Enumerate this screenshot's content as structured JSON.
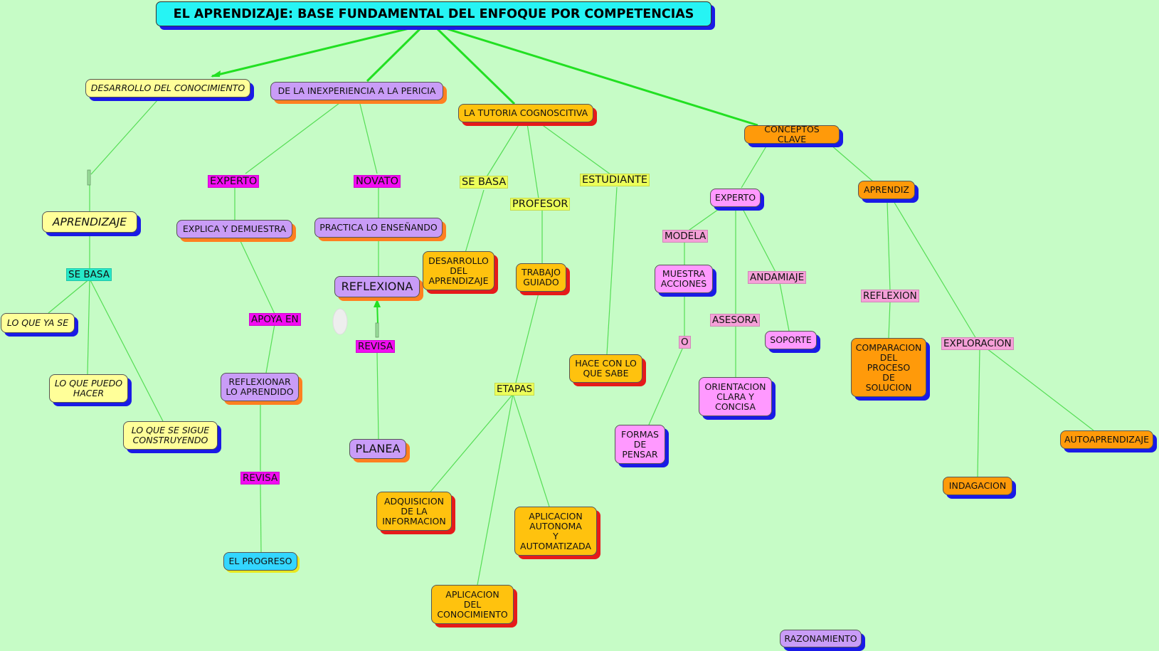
{
  "title": "EL APRENDIZAJE: BASE FUNDAMENTAL DEL ENFOQUE POR COMPETENCIAS",
  "nodes": {
    "desarrollo_conocimiento": "DESARROLLO DEL CONOCIMIENTO",
    "inexperiencia": "DE LA INEXPERIENCIA A LA PERICIA",
    "tutoria": "LA TUTORIA COGNOSCITIVA",
    "conceptos_clave": "CONCEPTOS CLAVE",
    "aprendizaje": "APRENDIZAJE",
    "lo_que_ya_se": "LO QUE YA SE",
    "lo_que_puedo_hacer": "LO QUE PUEDO\nHACER",
    "lo_que_se_sigue": "LO QUE SE SIGUE\nCONSTRUYENDO",
    "explica_demuestra": "EXPLICA Y  DEMUESTRA",
    "reflexionar": "REFLEXIONAR\nLO APRENDIDO",
    "el_progreso": "EL PROGRESO",
    "practica": "PRACTICA LO ENSEÑANDO",
    "reflexiona": "REFLEXIONA",
    "planea": "PLANEA",
    "desarrollo_aprendizaje": "DESARROLLO\nDEL\nAPRENDIZAJE",
    "trabajo_guiado": "TRABAJO\nGUIADO",
    "adquisicion": "ADQUISICION\nDE LA\nINFORMACION",
    "aplicacion_conocimiento": "APLICACION\nDEL\nCONOCIMIENTO",
    "aplicacion_autonoma": "APLICACION\nAUTONOMA\nY\nAUTOMATIZADA",
    "hace_con_lo_que_sabe": "HACE CON LO\nQUE SABE",
    "experto_node": "EXPERTO",
    "muestra_acciones": "MUESTRA\nACCIONES",
    "formas_pensar": "FORMAS\nDE\nPENSAR",
    "orientacion": "ORIENTACION\nCLARA Y\nCONCISA",
    "soporte": "SOPORTE",
    "aprendiz": "APRENDIZ",
    "comparacion": "COMPARACION\nDEL\nPROCESO\nDE\nSOLUCION",
    "autoaprendizaje": "AUTOAPRENDIZAJE",
    "indagacion": "INDAGACION",
    "razonamiento": "RAZONAMIENTO"
  },
  "labels": {
    "experto": "EXPERTO",
    "novato": "NOVATO",
    "se_basa_left": "SE BASA",
    "apoya_en": "APOYA EN",
    "revisa_left": "REVISA",
    "revisa_mid": "REVISA",
    "se_basa_mid": "SE BASA",
    "profesor": "PROFESOR",
    "estudiante": "ESTUDIANTE",
    "etapas": "ETAPAS",
    "modela": "MODELA",
    "o": "O",
    "asesora": "ASESORA",
    "andamiaje": "ANDAMIAJE",
    "reflexion": "REFLEXION",
    "exploracion": "EXPLORACION"
  },
  "colors": {
    "background": "#c6fcc6",
    "title": "#26f4f4",
    "main_edge": "#22e022",
    "edge": "#55dd55"
  }
}
